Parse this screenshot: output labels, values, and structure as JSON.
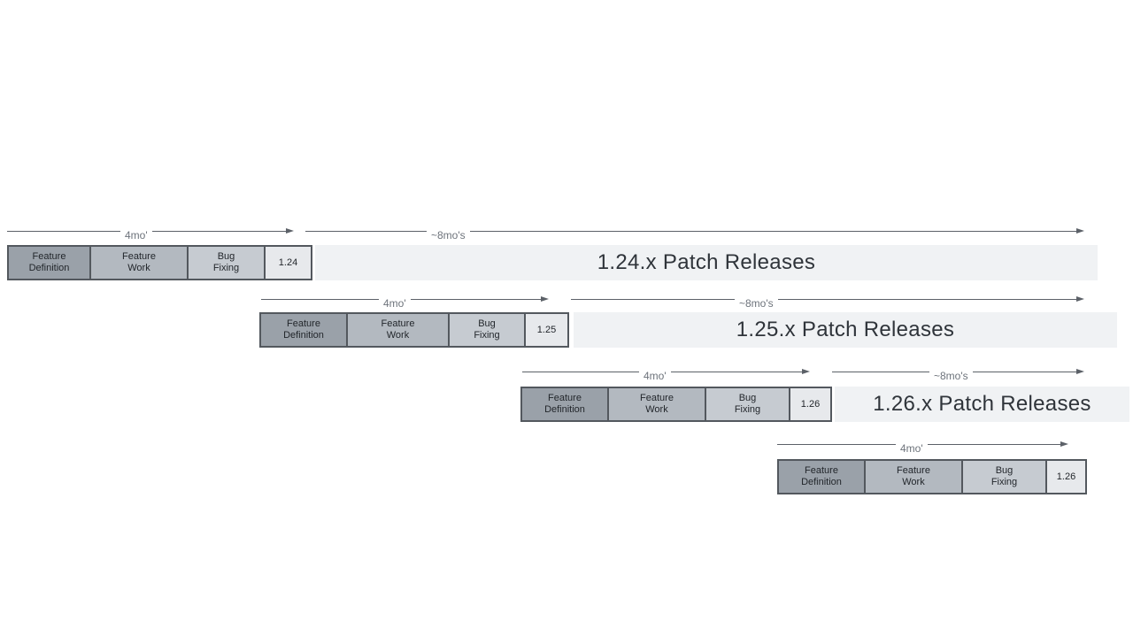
{
  "diagram_name": "Release cadence timeline",
  "colors": {
    "background": "#ffffff",
    "feature_definition_fill": "#9aa1a9",
    "feature_work_fill": "#b3b9c0",
    "bug_fixing_fill": "#c6cbd1",
    "version_box_fill": "#e7e9ec",
    "patch_bar_fill": "#f0f2f4",
    "box_border": "#53585e",
    "arrow": "#5c6168",
    "arrow_label_text": "#6d737b",
    "box_text": "#22262b",
    "patch_bar_text": "#2f343a"
  },
  "rows": [
    {
      "version": "1.24",
      "dev_duration": "4mo'",
      "patch_duration": "~8mo's",
      "phases": [
        "Feature\nDefinition",
        "Feature\nWork",
        "Bug\nFixing"
      ],
      "patch_release": "1.24.x Patch Releases"
    },
    {
      "version": "1.25",
      "dev_duration": "4mo'",
      "patch_duration": "~8mo's",
      "phases": [
        "Feature\nDefinition",
        "Feature\nWork",
        "Bug\nFixing"
      ],
      "patch_release": "1.25.x Patch Releases"
    },
    {
      "version": "1.26",
      "dev_duration": "4mo'",
      "patch_duration": "~8mo's",
      "phases": [
        "Feature\nDefinition",
        "Feature\nWork",
        "Bug\nFixing"
      ],
      "patch_release": "1.26.x Patch Releases"
    },
    {
      "version": "1.26",
      "dev_duration": "4mo'",
      "phases": [
        "Feature\nDefinition",
        "Feature\nWork",
        "Bug\nFixing"
      ]
    }
  ]
}
